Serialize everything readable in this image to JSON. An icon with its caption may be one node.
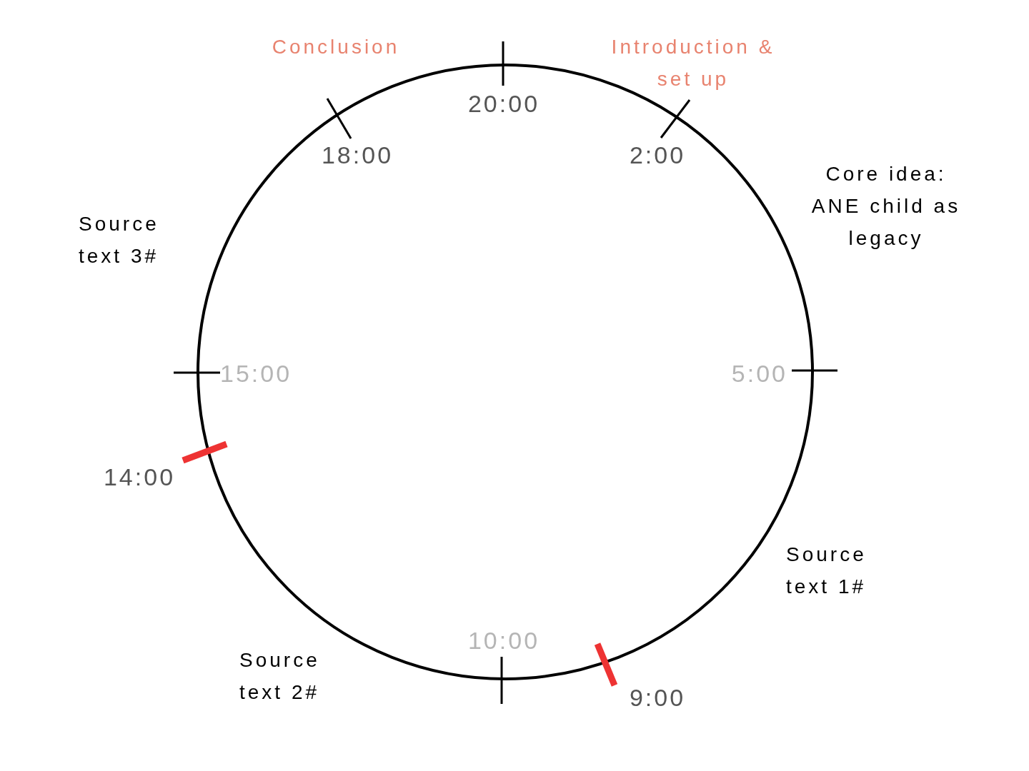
{
  "diagram": {
    "labels": [
      "Conclusion",
      "Introduction & set up",
      "20:00",
      "18:00",
      "2:00",
      "Core idea: ANE child as legacy",
      "Source text 3#",
      "15:00",
      "5:00",
      "14:00",
      "Source text 1#",
      "10:00",
      "Source text 2#",
      "9:00"
    ]
  }
}
